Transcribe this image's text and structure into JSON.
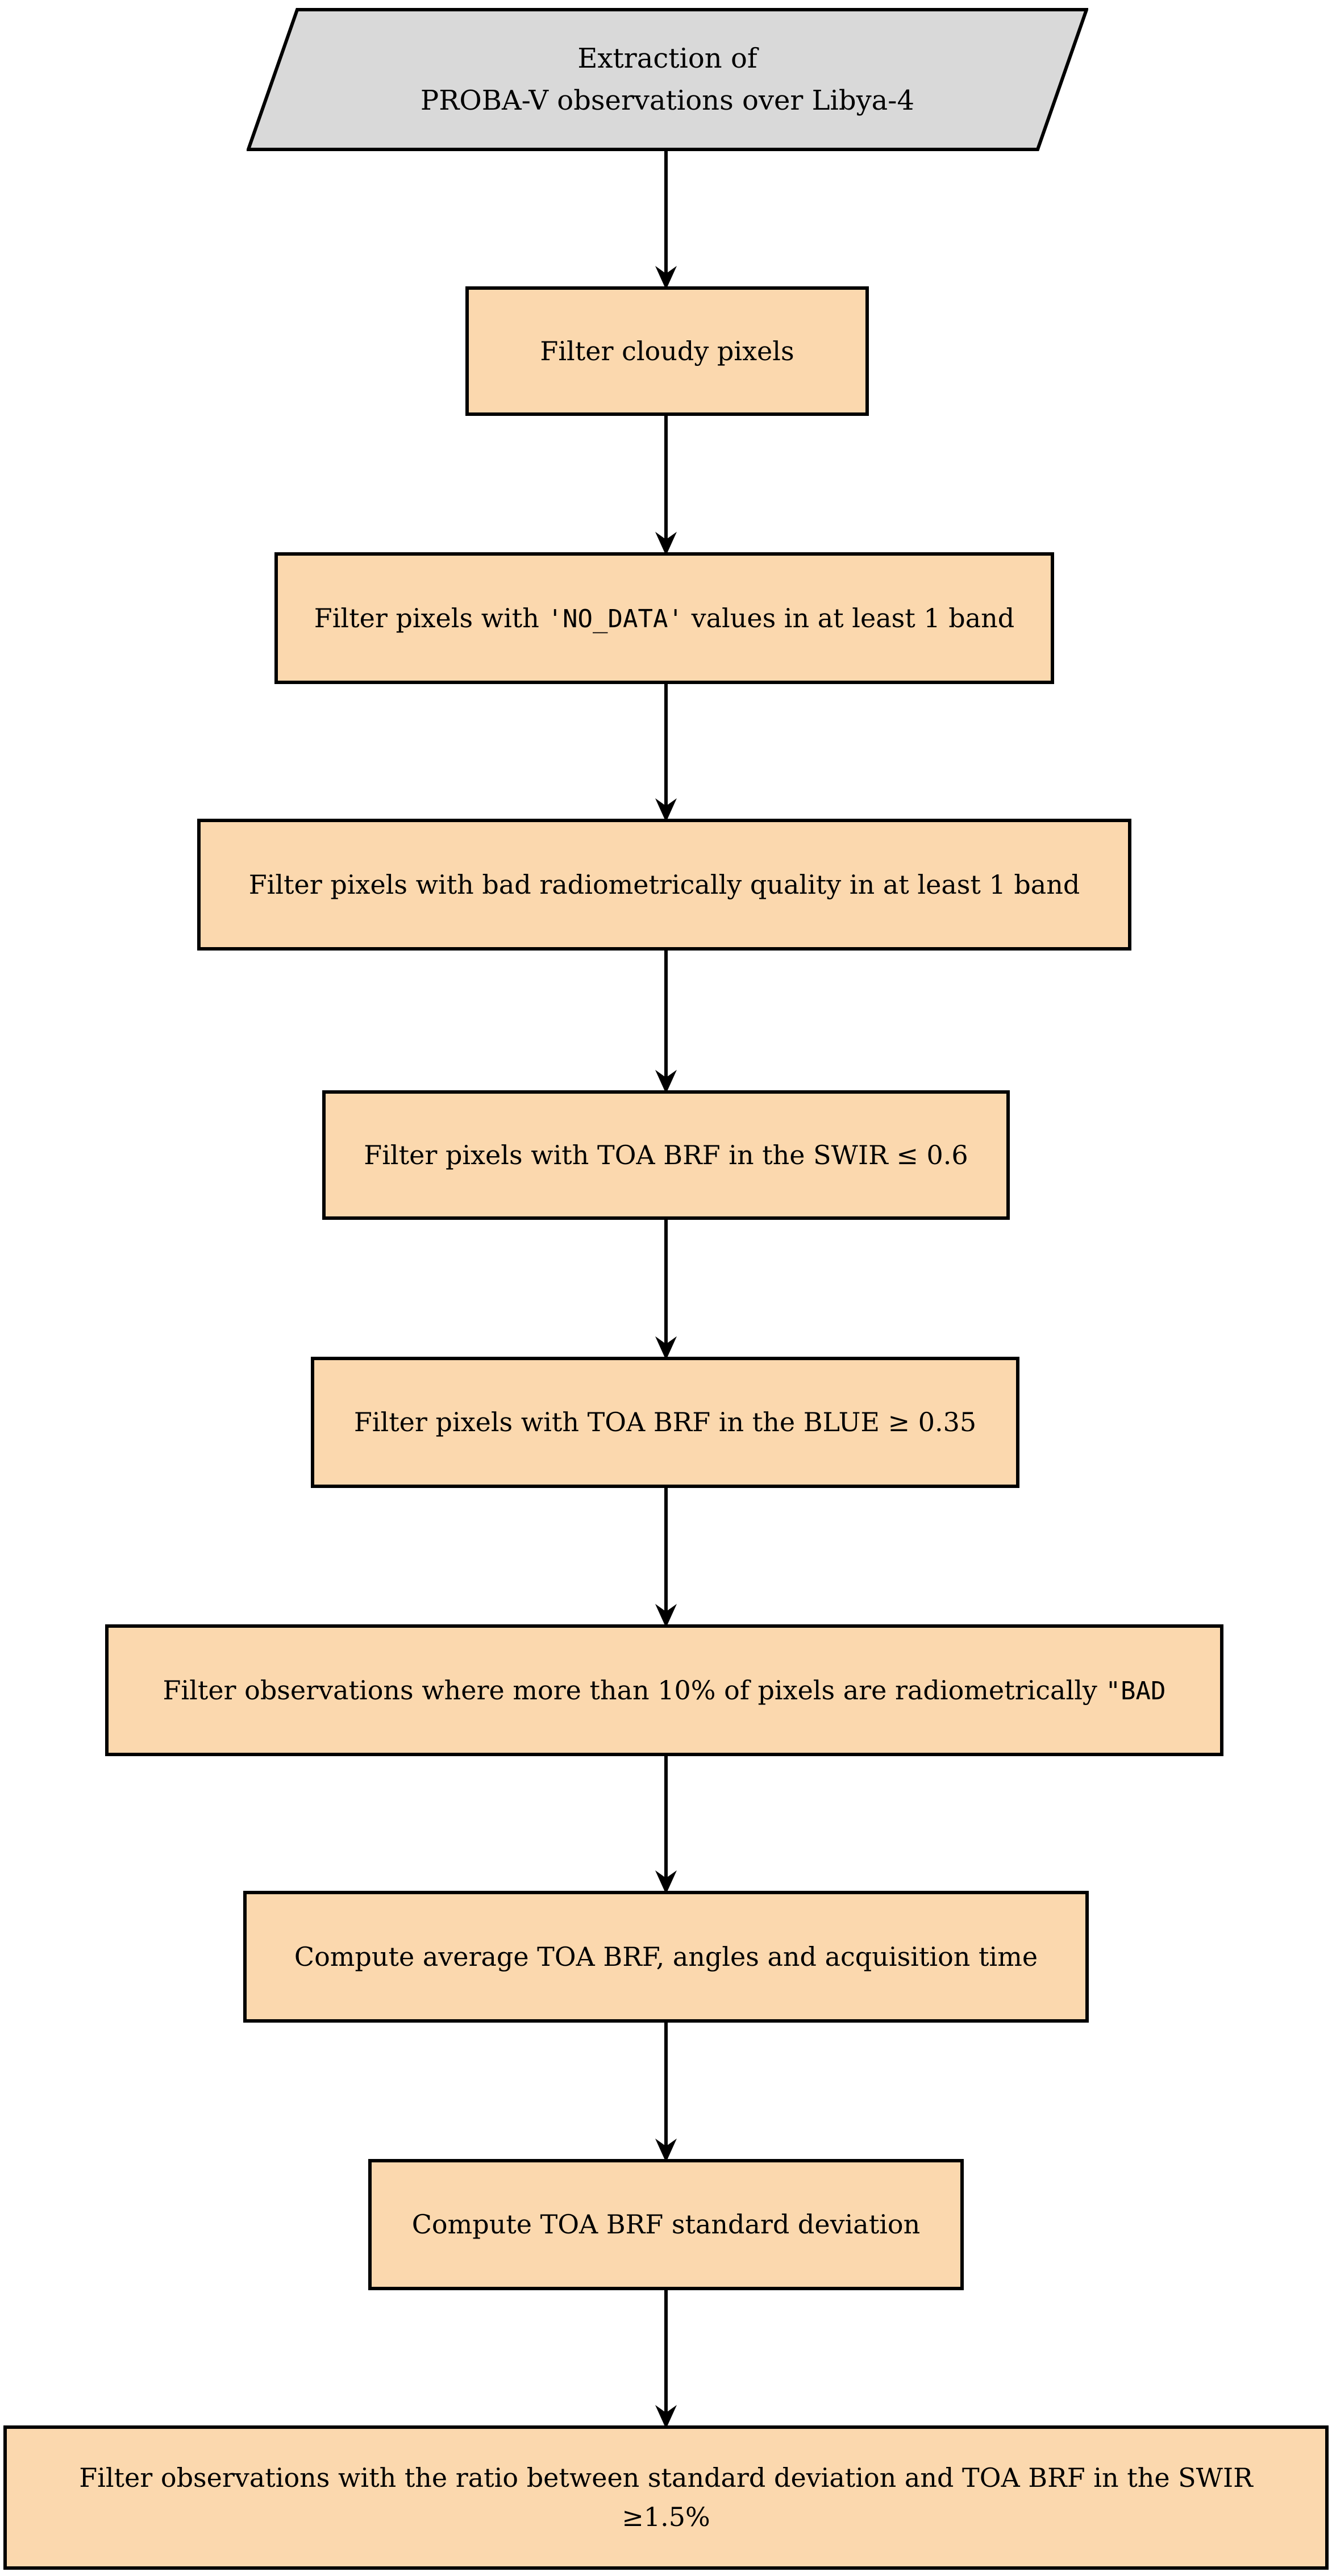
{
  "diagram": {
    "start": {
      "line1": "Extraction of",
      "line2": "PROBA-V observations over Libya-4"
    },
    "nodes": [
      {
        "id": "filter-cloudy-pixels",
        "text": "Filter cloudy pixels"
      },
      {
        "id": "filter-no-data",
        "prefix": "Filter pixels with ",
        "code": "'NO_DATA'",
        "suffix": " values in at least 1 band"
      },
      {
        "id": "filter-bad-quality",
        "text": "Filter pixels with bad radiometrically quality in at least 1 band"
      },
      {
        "id": "filter-swir-threshold",
        "text": "Filter pixels with TOA BRF in the SWIR ≤ 0.6"
      },
      {
        "id": "filter-blue-threshold",
        "text": "Filter pixels with TOA BRF in the BLUE ≥ 0.35"
      },
      {
        "id": "filter-bad-percentage",
        "prefix": "Filter observations where more than 10% of pixels are radiometrically ",
        "code": "\"BAD"
      },
      {
        "id": "compute-average",
        "text": "Compute average TOA BRF, angles and acquisition time"
      },
      {
        "id": "compute-std-deviation",
        "text": "Compute TOA BRF standard deviation"
      },
      {
        "id": "filter-std-ratio",
        "line1": "Filter observations with the ratio between standard deviation and TOA BRF in the SWIR",
        "line2": "≥1.5%"
      }
    ]
  },
  "colors": {
    "node_fill": "#fbd8ae",
    "start_fill": "#d9d9d9",
    "border_color": "#000000"
  }
}
